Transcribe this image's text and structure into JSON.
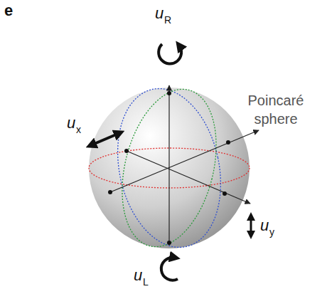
{
  "diagram": {
    "labels": [
      "e",
      "u",
      "R",
      "Poincaré sphere",
      "u",
      "x",
      "u",
      "y",
      "u",
      "L"
    ]
  }
}
